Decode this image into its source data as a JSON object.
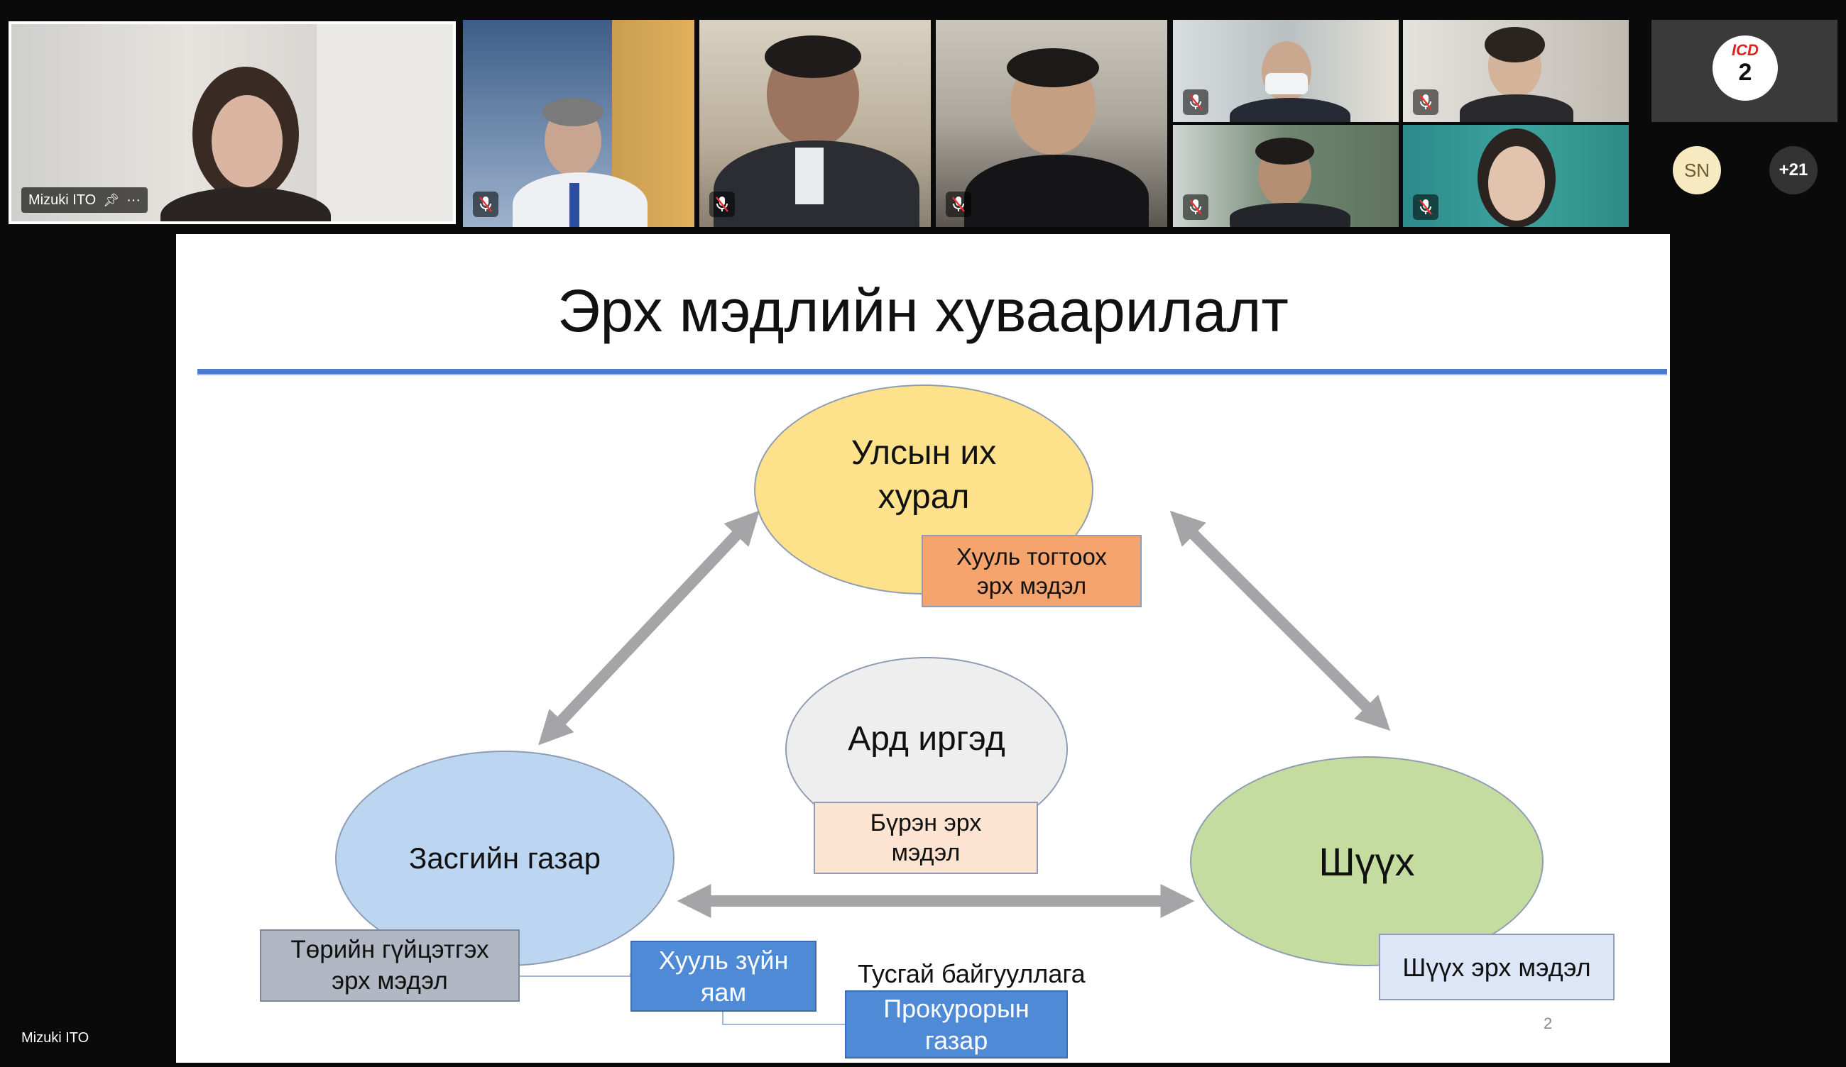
{
  "gallery": {
    "pinned_participant": {
      "name": "Mizuki ITO"
    },
    "more_button": "···",
    "meeting_logo": {
      "text": "ICD",
      "number": "2"
    },
    "avatar_initials": "SN",
    "more_participants": "+21"
  },
  "bottom_name": "Mizuki ITO",
  "slide": {
    "title": "Эрх мэдлийн хуваарилалт",
    "page_number": "2",
    "parliament": {
      "line1": "Улсын их",
      "line2": "хурал"
    },
    "legislative": {
      "line1": "Хууль тогтоох",
      "line2": "эрх мэдэл"
    },
    "citizens": "Ард иргэд",
    "full_power": {
      "line1": "Бүрэн эрх",
      "line2": "мэдэл"
    },
    "government": "Засгийн газар",
    "executive": {
      "line1": "Төрийн гүйцэтгэх",
      "line2": "эрх мэдэл"
    },
    "court": "Шүүх",
    "judicial": "Шүүх эрх мэдэл",
    "ministry": {
      "line1": "Хууль зүйн",
      "line2": "яам"
    },
    "special_org": "Тусгай байгууллага",
    "prosecutor": {
      "line1": "Прокурорын",
      "line2": "газар"
    }
  },
  "colors": {
    "title_rule": "#4a7bd0",
    "parliament_fill": "#fde28b",
    "legislative_fill": "#f4a46c",
    "citizens_fill": "#eeeeef",
    "full_power_fill": "#fde3d1",
    "government_fill": "#bcd5f0",
    "executive_fill": "#b1b8c3",
    "court_fill": "#c4dc9f",
    "judicial_fill": "#dde6f6",
    "ministry_fill": "#4e8ad6",
    "arrow_fill": "#a5a5a8",
    "active_speaker_border": "#ffffff"
  }
}
